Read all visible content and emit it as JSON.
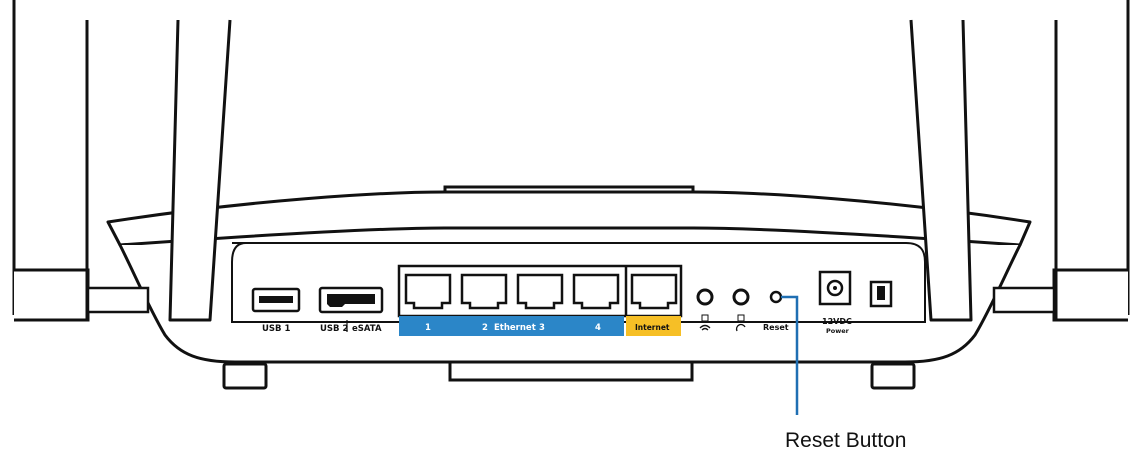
{
  "router": {
    "ports": {
      "usb1": "USB 1",
      "usb2": "USB 2",
      "esata": "eSATA",
      "eth1": "1",
      "eth2": "2",
      "ethernet": "Ethernet",
      "eth3": "3",
      "eth4": "4",
      "internet": "Internet",
      "reset": "Reset",
      "power_voltage": "12VDC",
      "power": "Power"
    },
    "colors": {
      "ethernet_band": "#2b86c8",
      "internet_band": "#f6bf26",
      "callout_line": "#1f6fb3"
    }
  },
  "callout": {
    "label": "Reset Button"
  }
}
